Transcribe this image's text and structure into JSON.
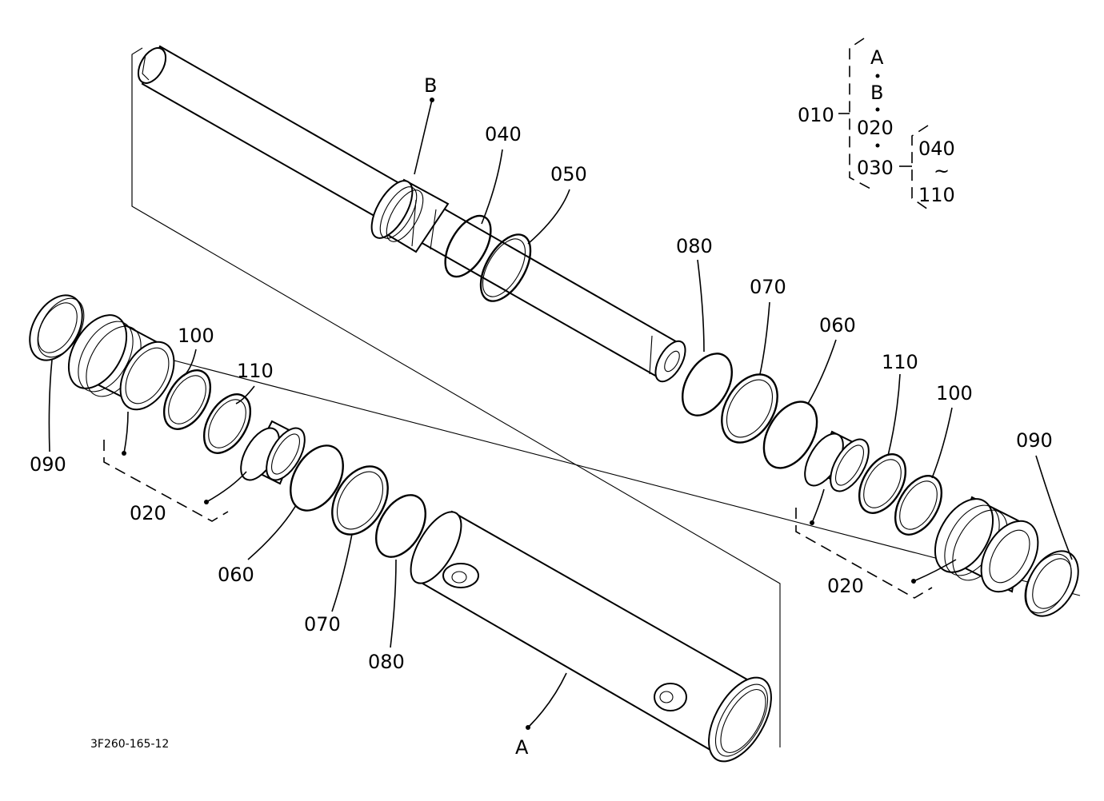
{
  "diagram_code": "3F260-165-12",
  "legend": {
    "top": "A",
    "mid": "B",
    "group_010": "010",
    "group_020": "020",
    "group_030": "030",
    "range_start": "040",
    "range_sep": "~",
    "range_end": "110"
  },
  "callouts": {
    "B": "B",
    "A": "A",
    "p040": "040",
    "p050": "050",
    "r080": "080",
    "r070": "070",
    "r060": "060",
    "r110": "110",
    "r100": "100",
    "r090": "090",
    "r020": "020",
    "l100": "100",
    "l110": "110",
    "l090": "090",
    "l020": "020",
    "l060": "060",
    "l070": "070",
    "l080": "080"
  }
}
